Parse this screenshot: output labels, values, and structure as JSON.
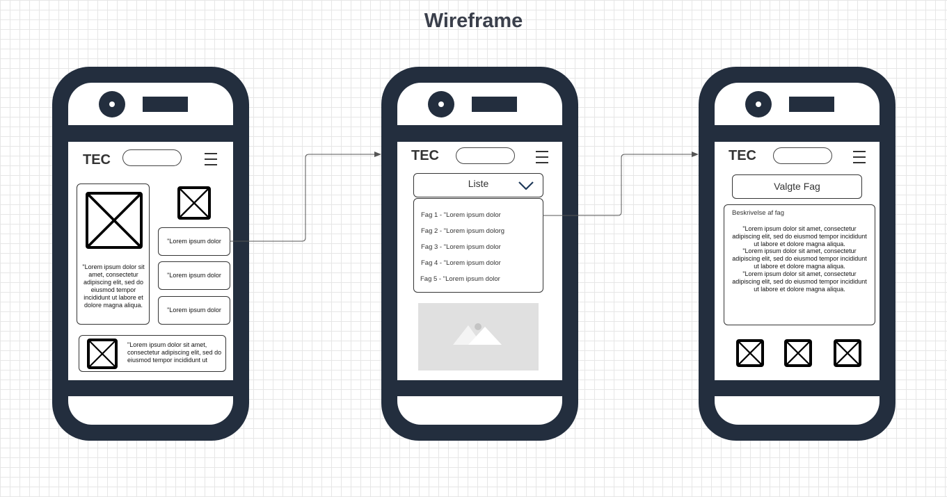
{
  "title": "Wireframe",
  "colors": {
    "phone_body": "#232e3e",
    "grid_line": "#e6e6e6",
    "connector": "#555555"
  },
  "phones": [
    {
      "brand": "TEC",
      "featured_text": "\"Lorem ipsum dolor sit amet, consectetur adipiscing elit, sed do eiusmod tempor incididunt ut labore et dolore magna aliqua.",
      "side_buttons": [
        "\"Lorem ipsum dolor",
        "\"Lorem ipsum dolor",
        "\"Lorem ipsum dolor"
      ],
      "bottom_card_text": "\"Lorem ipsum dolor sit amet, consectetur adipiscing elit, sed do eiusmod tempor incididunt ut"
    },
    {
      "brand": "TEC",
      "dropdown_label": "Liste",
      "list_items": [
        "Fag 1 - \"Lorem ipsum dolor",
        "Fag 2 - \"Lorem ipsum dolorg",
        "Fag 3 - \"Lorem ipsum dolor",
        "Fag 4 - \"Lorem ipsum dolor",
        "Fag 5 - \"Lorem ipsum dolor"
      ]
    },
    {
      "brand": "TEC",
      "header_button": "Valgte Fag",
      "description_heading": "Beskrivelse af fag",
      "description_paragraphs": [
        "\"Lorem ipsum dolor sit amet, consectetur adipiscing elit, sed do eiusmod tempor incididunt ut labore et dolore magna aliqua.",
        "\"Lorem ipsum dolor sit amet, consectetur adipiscing elit, sed do eiusmod tempor incididunt ut labore et dolore magna aliqua.",
        "\"Lorem ipsum dolor sit amet, consectetur adipiscing elit, sed do eiusmod tempor incididunt ut labore et dolore magna aliqua."
      ]
    }
  ]
}
